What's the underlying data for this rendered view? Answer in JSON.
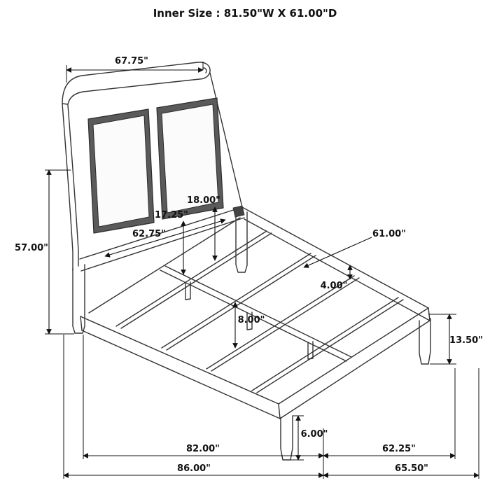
{
  "title": "Inner Size : 81.50\"W X 61.00\"D",
  "dimensions": {
    "top_width": "67.75\"",
    "headboard_height": "57.00\"",
    "panel_height": "18.00\"",
    "panel_inner_height": "17.25\"",
    "headboard_inner_width": "62.75\"",
    "inner_depth": "61.00\"",
    "rail_width": "4.00\"",
    "slat_spacing": "8.00\"",
    "footboard_height": "13.50\"",
    "foot_leg_height": "6.00\"",
    "frame_length": "82.00\"",
    "overall_length": "86.00\"",
    "foot_inner_width": "62.25\"",
    "foot_overall_width": "65.50\""
  }
}
